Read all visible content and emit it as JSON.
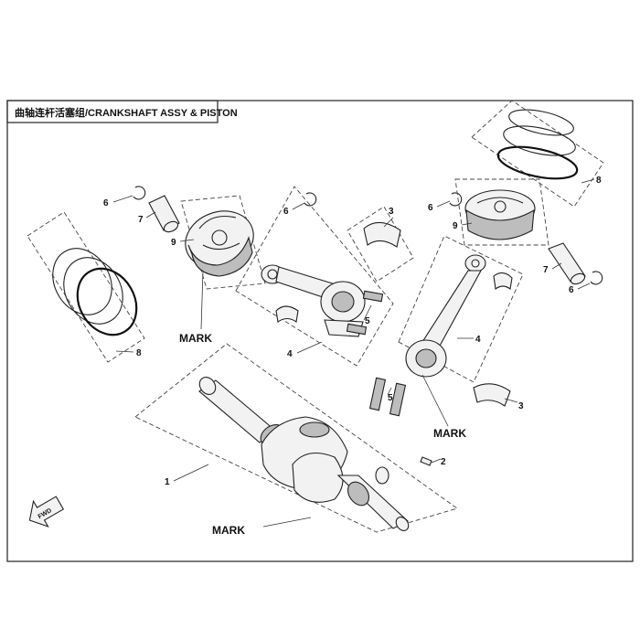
{
  "title": "曲轴连杆活塞组/CRANKSHAFT ASSY & PISTON",
  "fwd_label": "FWD",
  "mark_labels": [
    "MARK",
    "MARK",
    "MARK"
  ],
  "callouts": {
    "c1": "1",
    "c2": "2",
    "c3a": "3",
    "c3b": "3",
    "c4a": "4",
    "c4b": "4",
    "c5a": "5",
    "c5b": "5",
    "c6a": "6",
    "c6b": "6",
    "c6c": "6",
    "c6d": "6",
    "c7a": "7",
    "c7b": "7",
    "c8a": "8",
    "c8b": "8",
    "c9a": "9",
    "c9b": "9"
  }
}
